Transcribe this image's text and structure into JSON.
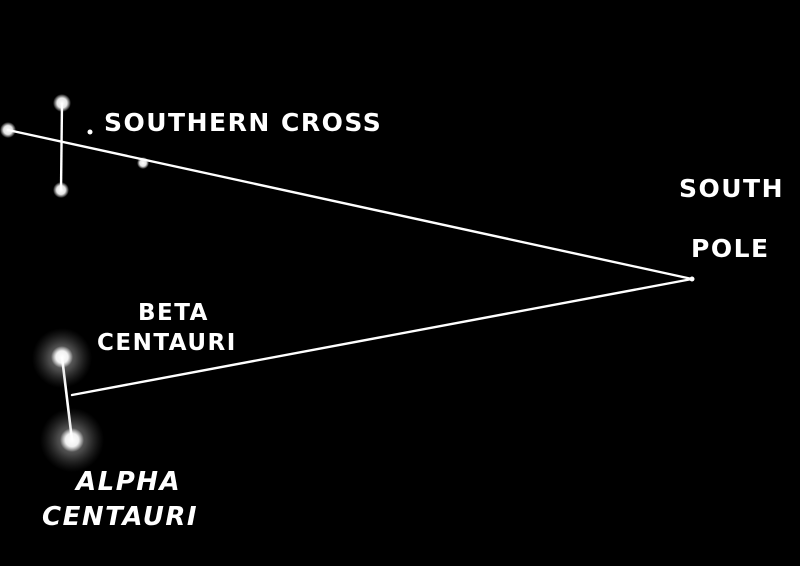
{
  "background_color": "#000000",
  "line_color": "#ffffff",
  "star_color": "#ffffff",
  "labels": {
    "southern_cross": "SOUTHERN CROSS",
    "south": "SOUTH",
    "pole": "POLE",
    "beta_line1": "BETA",
    "beta_line2": "CENTAURI",
    "alpha_line1": "ALPHA",
    "alpha_line2": "CENTAURI"
  }
}
